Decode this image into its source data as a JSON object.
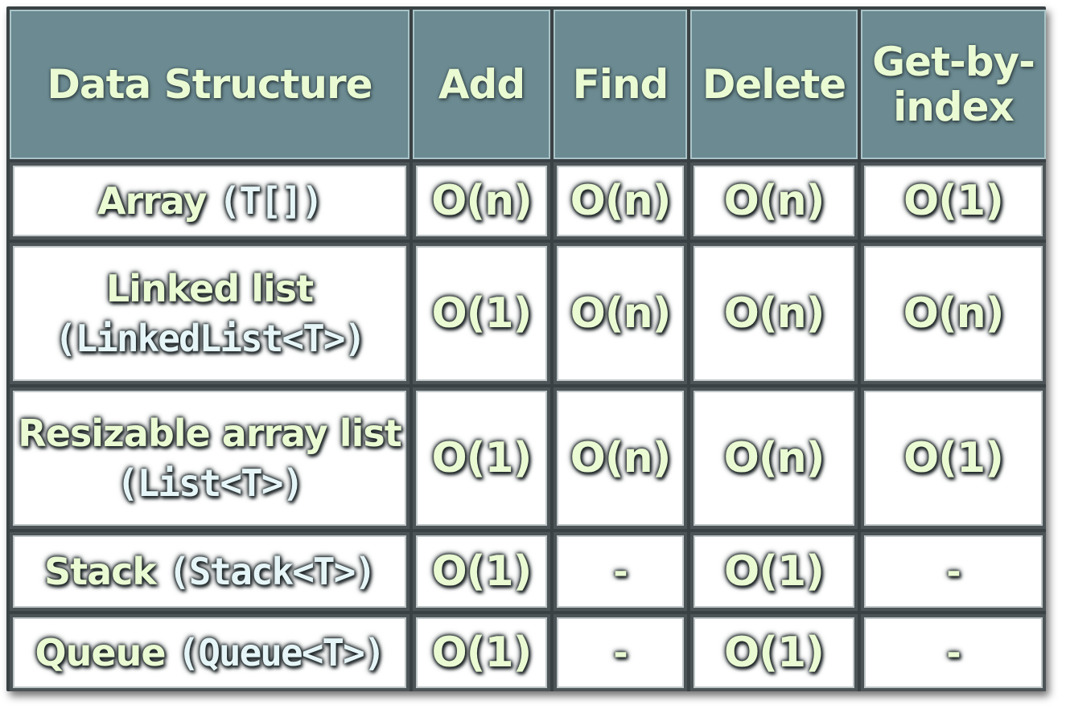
{
  "table": {
    "headers": [
      "Data Structure",
      "Add",
      "Find",
      "Delete",
      "Get-by-\nindex"
    ],
    "rows": [
      {
        "name_text": "Array ",
        "name_code": "(T[])",
        "name_line2": "",
        "values": [
          "O(n)",
          "O(n)",
          "O(n)",
          "O(1)"
        ]
      },
      {
        "name_text": "Linked list",
        "name_code": "",
        "name_line2": "(LinkedList<T>)",
        "values": [
          "O(1)",
          "O(n)",
          "O(n)",
          "O(n)"
        ]
      },
      {
        "name_text": "Resizable array list",
        "name_code": "",
        "name_line2": "(List<T>)",
        "values": [
          "O(1)",
          "O(n)",
          "O(n)",
          "O(1)"
        ]
      },
      {
        "name_text": "Stack ",
        "name_code": "(Stack<T>)",
        "name_line2": "",
        "values": [
          "O(1)",
          "-",
          "O(1)",
          "-"
        ]
      },
      {
        "name_text": "Queue ",
        "name_code": "(Queue<T>)",
        "name_line2": "",
        "values": [
          "O(1)",
          "-",
          "O(1)",
          "-"
        ]
      }
    ]
  },
  "colors": {
    "header_bg": "#6b8a91",
    "text": "#eafbd3",
    "border": "#3a4144"
  }
}
